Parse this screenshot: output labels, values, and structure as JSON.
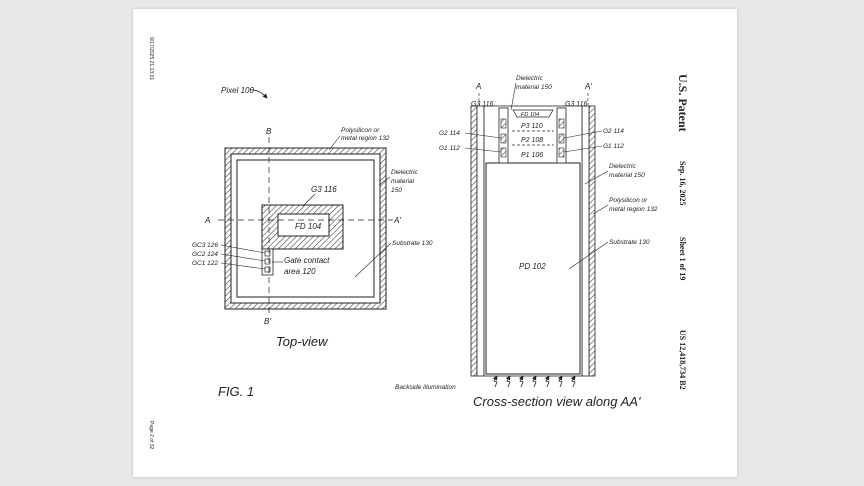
{
  "viewer": {
    "background": "#e8e8e8",
    "sheet_color": "#ffffff",
    "ink_color": "#222222"
  },
  "side_stamps": {
    "print_date": "9/17/2025 21:13:01",
    "page_number": "Page 2 of 32"
  },
  "header": {
    "us_patent": "U.S. Patent",
    "date": "Sep. 16, 2025",
    "sheet": "Sheet 1 of 19",
    "patent_number": "US 12,418,734 B2"
  },
  "figure": {
    "label": "FIG. 1",
    "pixel_label": "Pixel 100",
    "top_view": {
      "caption": "Top-view",
      "section_a": "A",
      "section_a_prime": "A'",
      "section_b": "B",
      "section_b_prime": "B'",
      "polysilicon_line1": "Polysilicon or",
      "polysilicon_line2": "metal region 132",
      "dielectric_line1": "Dielectric",
      "dielectric_line2": "material",
      "dielectric_line3": "150",
      "g3": "G3 116",
      "fd": "FD 104",
      "gc3": "GC3 126",
      "gc2": "GC2 124",
      "gc1": "GC1 122",
      "gate_contact_line1": "Gate contact",
      "gate_contact_line2": "area 120",
      "substrate": "Substrate 130"
    },
    "cross_section": {
      "caption": "Cross-section view along AA'",
      "section_a": "A",
      "section_a_prime": "A'",
      "dielectric_top_line1": "Dielectric",
      "dielectric_top_line2": "material 150",
      "g3_left": "G3 116",
      "g3_right": "G3 116",
      "g2_left": "G2 114",
      "g2_right": "G2 114",
      "g1_left": "G1 112",
      "g1_right": "G1 112",
      "fd": "FD 104",
      "p3": "P3 110",
      "p2": "P2 108",
      "p1": "P1 106",
      "pd": "PD 102",
      "dielectric_right_line1": "Dielectric",
      "dielectric_right_line2": "material 150",
      "polysilicon_line1": "Polysilicon or",
      "polysilicon_line2": "metal region 132",
      "substrate": "Substrate 130",
      "backside": "Backside illumination"
    }
  }
}
